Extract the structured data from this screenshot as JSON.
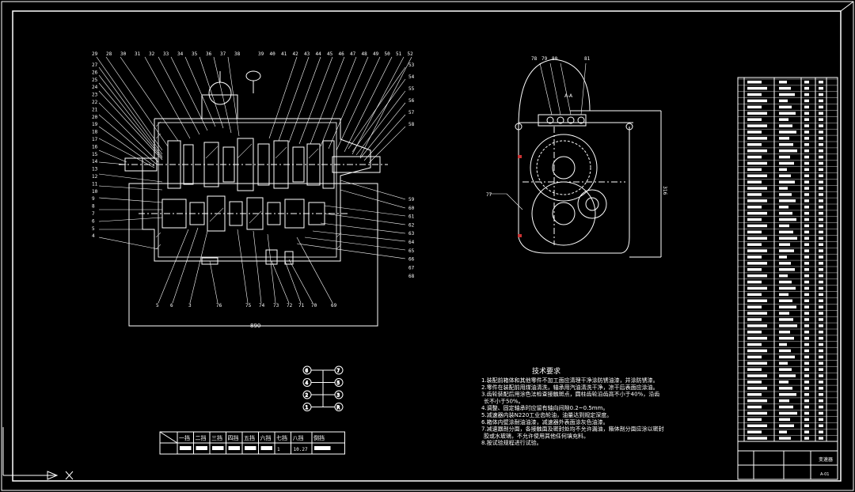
{
  "drawing": {
    "section_label": "A-A",
    "overall_width_dim": "890",
    "height_dim": "316",
    "balloons_top_left": [
      "29",
      "28",
      "30",
      "31",
      "32",
      "33",
      "34",
      "35",
      "36",
      "37",
      "38",
      "39",
      "40",
      "41",
      "42",
      "43",
      "44",
      "45",
      "46",
      "47",
      "48",
      "49",
      "50",
      "51",
      "52"
    ],
    "balloons_left": [
      "27",
      "26",
      "25",
      "24",
      "23",
      "22",
      "21",
      "20",
      "19",
      "18",
      "17",
      "16",
      "15",
      "14",
      "13",
      "12",
      "11",
      "10",
      "9",
      "8",
      "7",
      "6",
      "5",
      "4"
    ],
    "balloons_right": [
      "53",
      "54",
      "55",
      "56",
      "57",
      "58",
      "59",
      "60",
      "61",
      "62",
      "63",
      "64",
      "65",
      "66",
      "67",
      "68"
    ],
    "balloons_bottom": [
      "5",
      "6",
      "3",
      "76",
      "75",
      "74",
      "73",
      "72",
      "71",
      "70",
      "69"
    ],
    "balloons_section": [
      "78",
      "79",
      "80",
      "81",
      "77"
    ],
    "tech_title": "技术要求",
    "tech_notes": [
      "1.装配前箱体和其他零件不加工面应清理干净涂防锈油漆，并涂防锈漆。",
      "2.零件在装配前用煤油清洗，轴承用汽油清洗干净，凉干后表面应涂油。",
      "3.齿轮装配后用涂色法检查接触斑点，圆柱齿轮沿齿高不小于40%，沿齿长不小于50%。",
      "4.调整、固定轴承时应留有轴向间隙0.2~0.5mm。",
      "5.减速器内装N220工业齿轮油，油量达到规定深度。",
      "6.箱体内壁涂耐油油漆，减速器外表面涂灰色油漆。",
      "7.减速器剖分面，各接触面及密封处均不允许漏油，箱体剖分面应涂以密封胶或水玻璃，不允许使用其他任何填充料。",
      "8.按试验规程进行试验。"
    ],
    "shift_positions": [
      [
        "6",
        "7"
      ],
      [
        "4",
        "5"
      ],
      [
        "2",
        "3"
      ],
      [
        "1",
        "R"
      ]
    ],
    "gear_table_headers": [
      "一挡",
      "二挡",
      "三挡",
      "四挡",
      "五挡",
      "六挡",
      "七挡",
      "八挡",
      "倒挡"
    ],
    "gear_table_values": [
      "",
      "",
      "",
      "",
      "",
      "",
      "1",
      "10.27",
      ""
    ],
    "title_block_name": "变速器",
    "title_block_no": "A-01"
  }
}
